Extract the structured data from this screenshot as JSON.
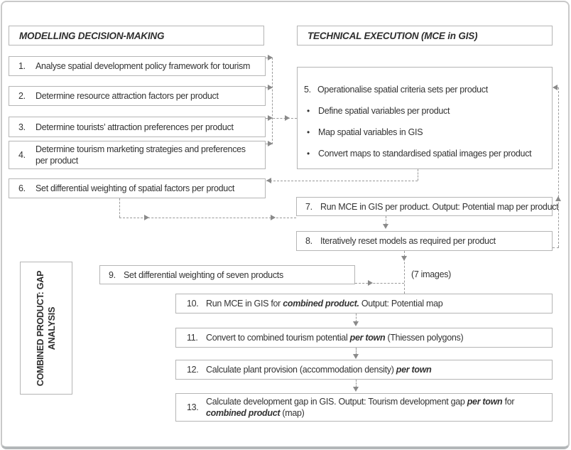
{
  "figure": {
    "headers": {
      "left": "MODELLING DECISION-MAKING",
      "right": "TECHNICAL EXECUTION (MCE in GIS)"
    },
    "side_label": {
      "line1": "COMBINED PRODUCT: GAP",
      "line2": "ANALYSIS"
    },
    "glyphs": {
      "bullet": "•"
    },
    "annotations": {
      "seven_images": "(7 images)"
    },
    "boxes": {
      "b1": {
        "num": "1.",
        "text": "Analyse spatial development policy framework for tourism"
      },
      "b2": {
        "num": "2.",
        "text": "Determine resource attraction factors per product"
      },
      "b3": {
        "num": "3.",
        "text": "Determine tourists’ attraction preferences per product"
      },
      "b4": {
        "num": "4.",
        "text": "Determine tourism marketing strategies and preferences per product"
      },
      "b5": {
        "num": "5.",
        "title": "Operationalise spatial criteria sets per product",
        "bullets": [
          "Define spatial variables per product",
          "Map spatial variables in GIS",
          "Convert maps to standardised spatial images per product"
        ]
      },
      "b6": {
        "num": "6.",
        "text": "Set differential weighting of spatial factors per product"
      },
      "b7": {
        "num": "7.",
        "text": "Run MCE in GIS per product. Output: Potential map per product"
      },
      "b8": {
        "num": "8.",
        "text": "Iteratively reset models as required per product"
      },
      "b9": {
        "num": "9.",
        "text": "Set differential weighting of seven products"
      },
      "b10": {
        "num": "10.",
        "seg1": "Run MCE in GIS for ",
        "em1": "combined product.",
        "seg2": " Output: Potential map"
      },
      "b11": {
        "num": "11.",
        "seg1": "Convert to combined tourism potential ",
        "em1": "per town",
        "seg2": " (Thiessen polygons)"
      },
      "b12": {
        "num": "12.",
        "seg1": "Calculate plant provision (accommodation density) ",
        "em1": "per town"
      },
      "b13": {
        "num": "13.",
        "seg1": "Calculate development gap in GIS. Output: Tourism development gap ",
        "em1": "per town",
        "seg2": " for ",
        "em2": "combined product",
        "seg3": " (map)"
      }
    },
    "colors": {
      "box_border": "#b5b5b5",
      "dash_line": "#9a9a9a",
      "arrowhead": "#8a8a8a",
      "text": "#333333",
      "frame": "#c9c9c9",
      "frame_bottom": "#b3b7b9"
    }
  }
}
